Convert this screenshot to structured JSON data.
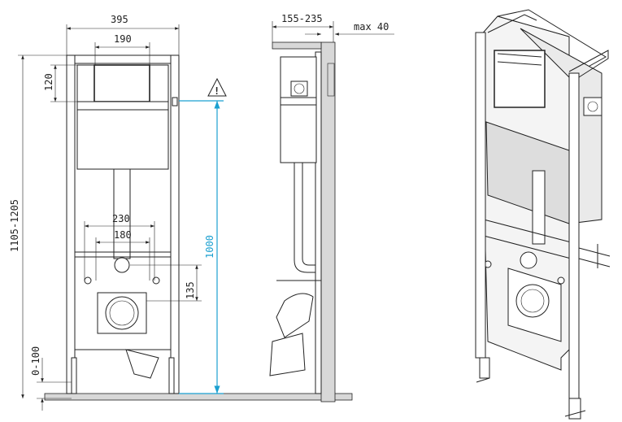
{
  "front_view": {
    "width_total": "395",
    "plate_width": "190",
    "plate_height": "120",
    "height_range": "1105-1205",
    "bolt_spacing_outer": "230",
    "bolt_spacing_inner": "180",
    "bolt_height": "135",
    "warning_height": "1000",
    "foot_adjust": "0-100",
    "warning_icon_symbol": "!"
  },
  "side_view": {
    "depth_range": "155-235",
    "wall_clearance": "max 40"
  },
  "colors": {
    "line": "#222222",
    "dimension_highlight": "#1ba0d0"
  }
}
